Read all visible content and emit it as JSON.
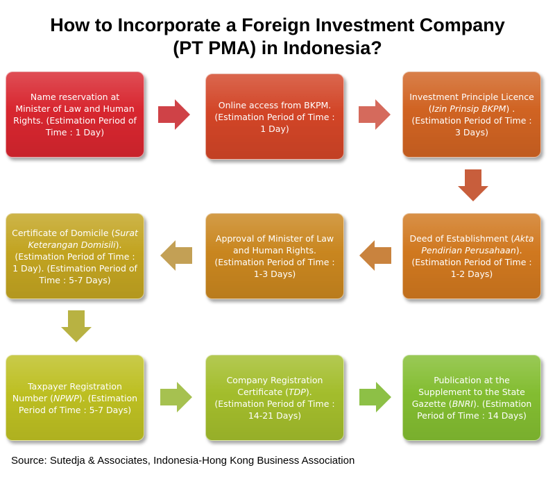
{
  "title": {
    "line1": "How to Incorporate a Foreign Investment Company",
    "line2": "(PT PMA) in Indonesia?"
  },
  "steps": [
    {
      "text": "Name reservation at Minister of Law and Human Rights. (Estimation Period of Time : 1 Day)"
    },
    {
      "text": "Online access from BKPM. (Estimation Period of Time : 1 Day)"
    },
    {
      "pre": "Investment Principle Licence (",
      "em": "Izin Prinsip BKPM",
      "post": ") . (Estimation Period of Time : 3 Days)"
    },
    {
      "pre": "Deed of Establishment (",
      "em": "Akta Pendirian Perusahaan",
      "post": "). (Estimation Period of Time : 1-2 Days)"
    },
    {
      "text": "Approval of Minister of Law and Human Rights. (Estimation Period of Time : 1-3 Days)"
    },
    {
      "pre": "Certificate of Domicile (",
      "em": "Surat Keterangan Domisili",
      "post": "). (Estimation Period of Time : 1 Day). (Estimation Period of Time : 5-7 Days)"
    },
    {
      "pre": "Taxpayer Registration Number (",
      "em": "NPWP",
      "post": "). (Estimation Period of Time : 5-7 Days)"
    },
    {
      "pre": "Company Registration Certificate (",
      "em": "TDP",
      "post": "). (Estimation Period of Time : 14-21 Days)"
    },
    {
      "pre": "Publication at the Supplement to the State Gazette (",
      "em": "BNRI",
      "post": "). (Estimation Period of Time : 14 Days)"
    }
  ],
  "colors": {
    "step_colors": [
      "#d8262f",
      "#d24527",
      "#d06322",
      "#d0781f",
      "#c9861f",
      "#c2a421",
      "#bdbf22",
      "#a3bd2c",
      "#83bd31"
    ],
    "arrow_colors": [
      "#cf4247",
      "#d56a5c",
      "#c85e3c",
      "#c9833e",
      "#c3a055",
      "#b8b242",
      "#a6c150",
      "#8dc046"
    ]
  },
  "source": "Source: Sutedja & Associates, Indonesia-Hong Kong Business Association"
}
